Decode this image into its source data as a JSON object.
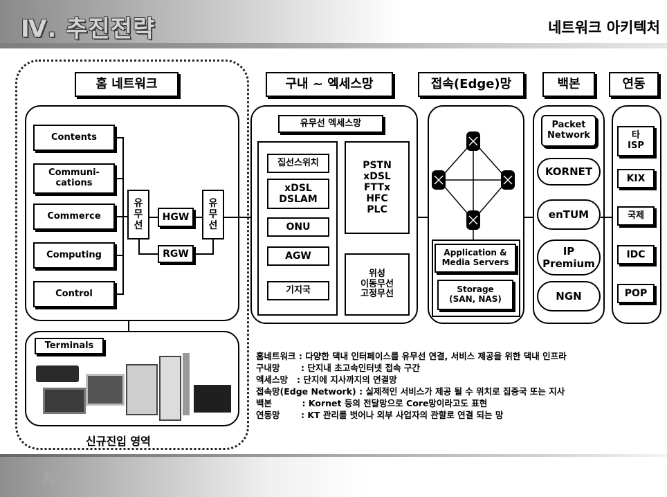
{
  "header": {
    "section": "Ⅳ. 추진전략",
    "title": "네트워크 아키텍처"
  },
  "footer": {
    "logo": "KT"
  },
  "columns": {
    "home": "홈 네트워크",
    "access": "구내 ~ 엑세스망",
    "edge": "접속(Edge)망",
    "backbone": "백본",
    "interconnect": "연동"
  },
  "home": {
    "services": [
      "Contents",
      "Communi-\ncations",
      "Commerce",
      "Computing",
      "Control"
    ],
    "wired_left": "유\n무\n선",
    "wired_right": "유\n무\n선",
    "hgw": "HGW",
    "rgw": "RGW",
    "terminals": "Terminals",
    "region_label": "신규진입 영역"
  },
  "access": {
    "heading": "유무선 엑세스망",
    "left_items": [
      "집선스위치",
      "xDSL\nDSLAM",
      "ONU",
      "AGW",
      "기지국"
    ],
    "wired": "PSTN\nxDSL\nFTTx\nHFC\nPLC",
    "wireless": "위성\n이동무선\n고정무선"
  },
  "edge": {
    "app_servers": "Application &\nMedia Servers",
    "storage": "Storage\n(SAN, NAS)"
  },
  "backbone": {
    "items": [
      "Packet\nNetwork",
      "KORNET",
      "enTUM",
      "IP\nPremium",
      "NGN"
    ]
  },
  "interconnect": {
    "items": [
      "타\nISP",
      "KIX",
      "국제",
      "IDC",
      "POP"
    ]
  },
  "legend": [
    {
      "key": "홈네트워크",
      "sep": " : ",
      "text": "다양한 댁내 인터페이스를 유무선 연결, 서비스 제공을 위한 댁내 인프라"
    },
    {
      "key": "구내망",
      "sep": "       : ",
      "text": "단지내 초고속인터넷 접속 구간"
    },
    {
      "key": "엑세스망",
      "sep": "   : ",
      "text": "단지에 지사까지의 연결망"
    },
    {
      "key": "접속망(Edge Network)",
      "sep": " : ",
      "text": "실제적인 서비스가 제공 될 수 위치로 집중국 또는 지사"
    },
    {
      "key": "백본",
      "sep": "          : ",
      "text": "Kornet 등의 전달망으로 Core망이라고도 표현"
    },
    {
      "key": "연동망",
      "sep": "       : ",
      "text": "KT 관리를 벗어나 외부 사업자의 관할로 연결 되는 망"
    }
  ]
}
